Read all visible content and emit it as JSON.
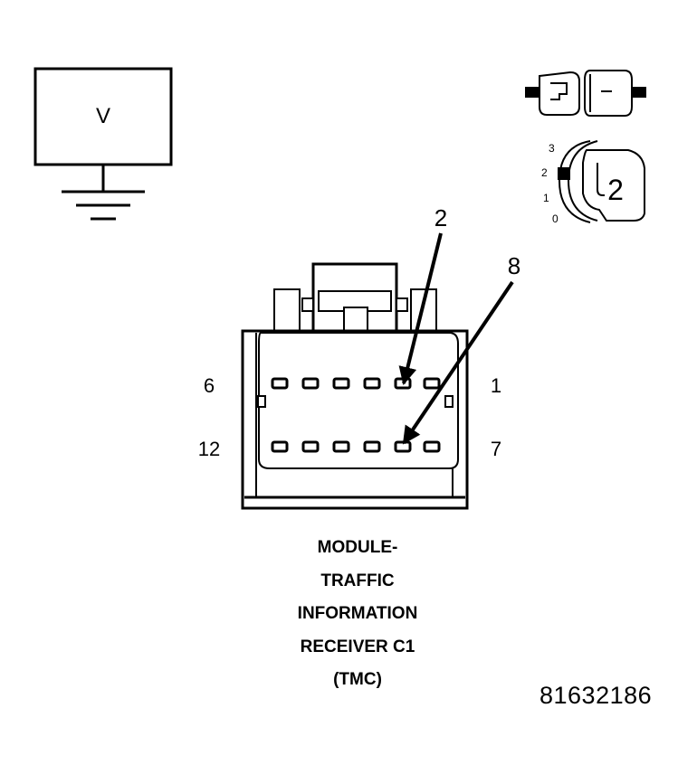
{
  "voltmeter": {
    "label": "V"
  },
  "switch_indicator": {
    "positions": [
      "3",
      "2",
      "1",
      "0"
    ],
    "selected": "2"
  },
  "connector": {
    "pin_labels": {
      "top_left": "6",
      "top_right": "1",
      "bottom_left": "12",
      "bottom_right": "7"
    },
    "callouts": [
      "2",
      "8"
    ]
  },
  "caption": {
    "lines": [
      "MODULE-",
      "TRAFFIC",
      "INFORMATION",
      "RECEIVER C1",
      "(TMC)"
    ]
  },
  "figure_id": "81632186"
}
